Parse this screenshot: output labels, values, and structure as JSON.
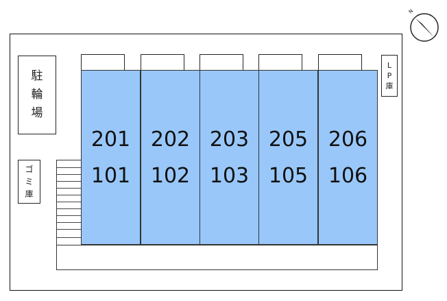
{
  "parking": {
    "chars": [
      "駐",
      "輪",
      "場"
    ]
  },
  "trash": {
    "chars": [
      "ゴ",
      "ミ",
      "庫"
    ]
  },
  "lp": {
    "chars": [
      "L",
      "P",
      "庫"
    ]
  },
  "units": [
    {
      "upper": "201",
      "lower": "101"
    },
    {
      "upper": "202",
      "lower": "102"
    },
    {
      "upper": "203",
      "lower": "103"
    },
    {
      "upper": "205",
      "lower": "105"
    },
    {
      "upper": "206",
      "lower": "106"
    }
  ],
  "colors": {
    "unit_fill": "#99c7f9",
    "outline": "#222222"
  },
  "compass": {
    "label": "N"
  }
}
